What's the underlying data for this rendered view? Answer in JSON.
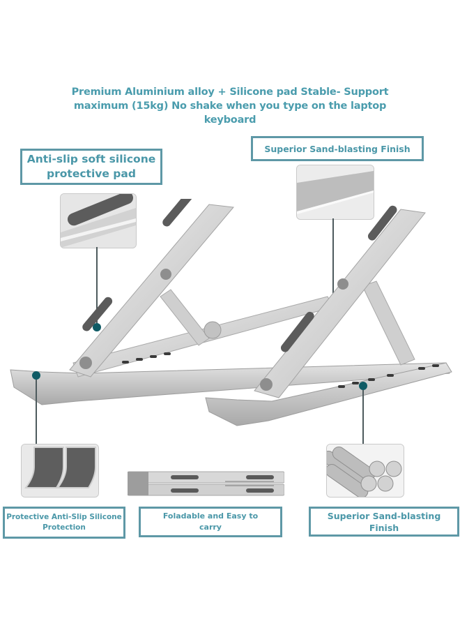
{
  "headline": {
    "line1": "Premium Aluminium alloy + Silicone pad Stable- Support",
    "line2": "maximum (15kg) No shake when you type on the laptop",
    "line3": "keyboard"
  },
  "callouts": {
    "top_left": {
      "line1": "Anti-slip soft silicone",
      "line2": "protective pad",
      "icon": "silicone-pad-closeup"
    },
    "top_right": {
      "line1": "Superior Sand-blasting Finish",
      "icon": "sandblasted-surface-closeup"
    }
  },
  "features": [
    {
      "line1": "Protective Anti-Slip Silicone",
      "line2": "Protection",
      "icon": "silicone-feet-closeup"
    },
    {
      "line1": "Foladable and Easy to",
      "line2": "carry",
      "icon": "folded-stand"
    },
    {
      "line1": "Superior Sand-blasting",
      "line2": "Finish",
      "icon": "aluminium-rods"
    }
  ],
  "colors": {
    "accent_text": "#4a9cad",
    "box_border": "#5e98a6",
    "connector_dot": "#0f5b65",
    "connector_line": "#4d5a5d",
    "background": "#ffffff"
  }
}
